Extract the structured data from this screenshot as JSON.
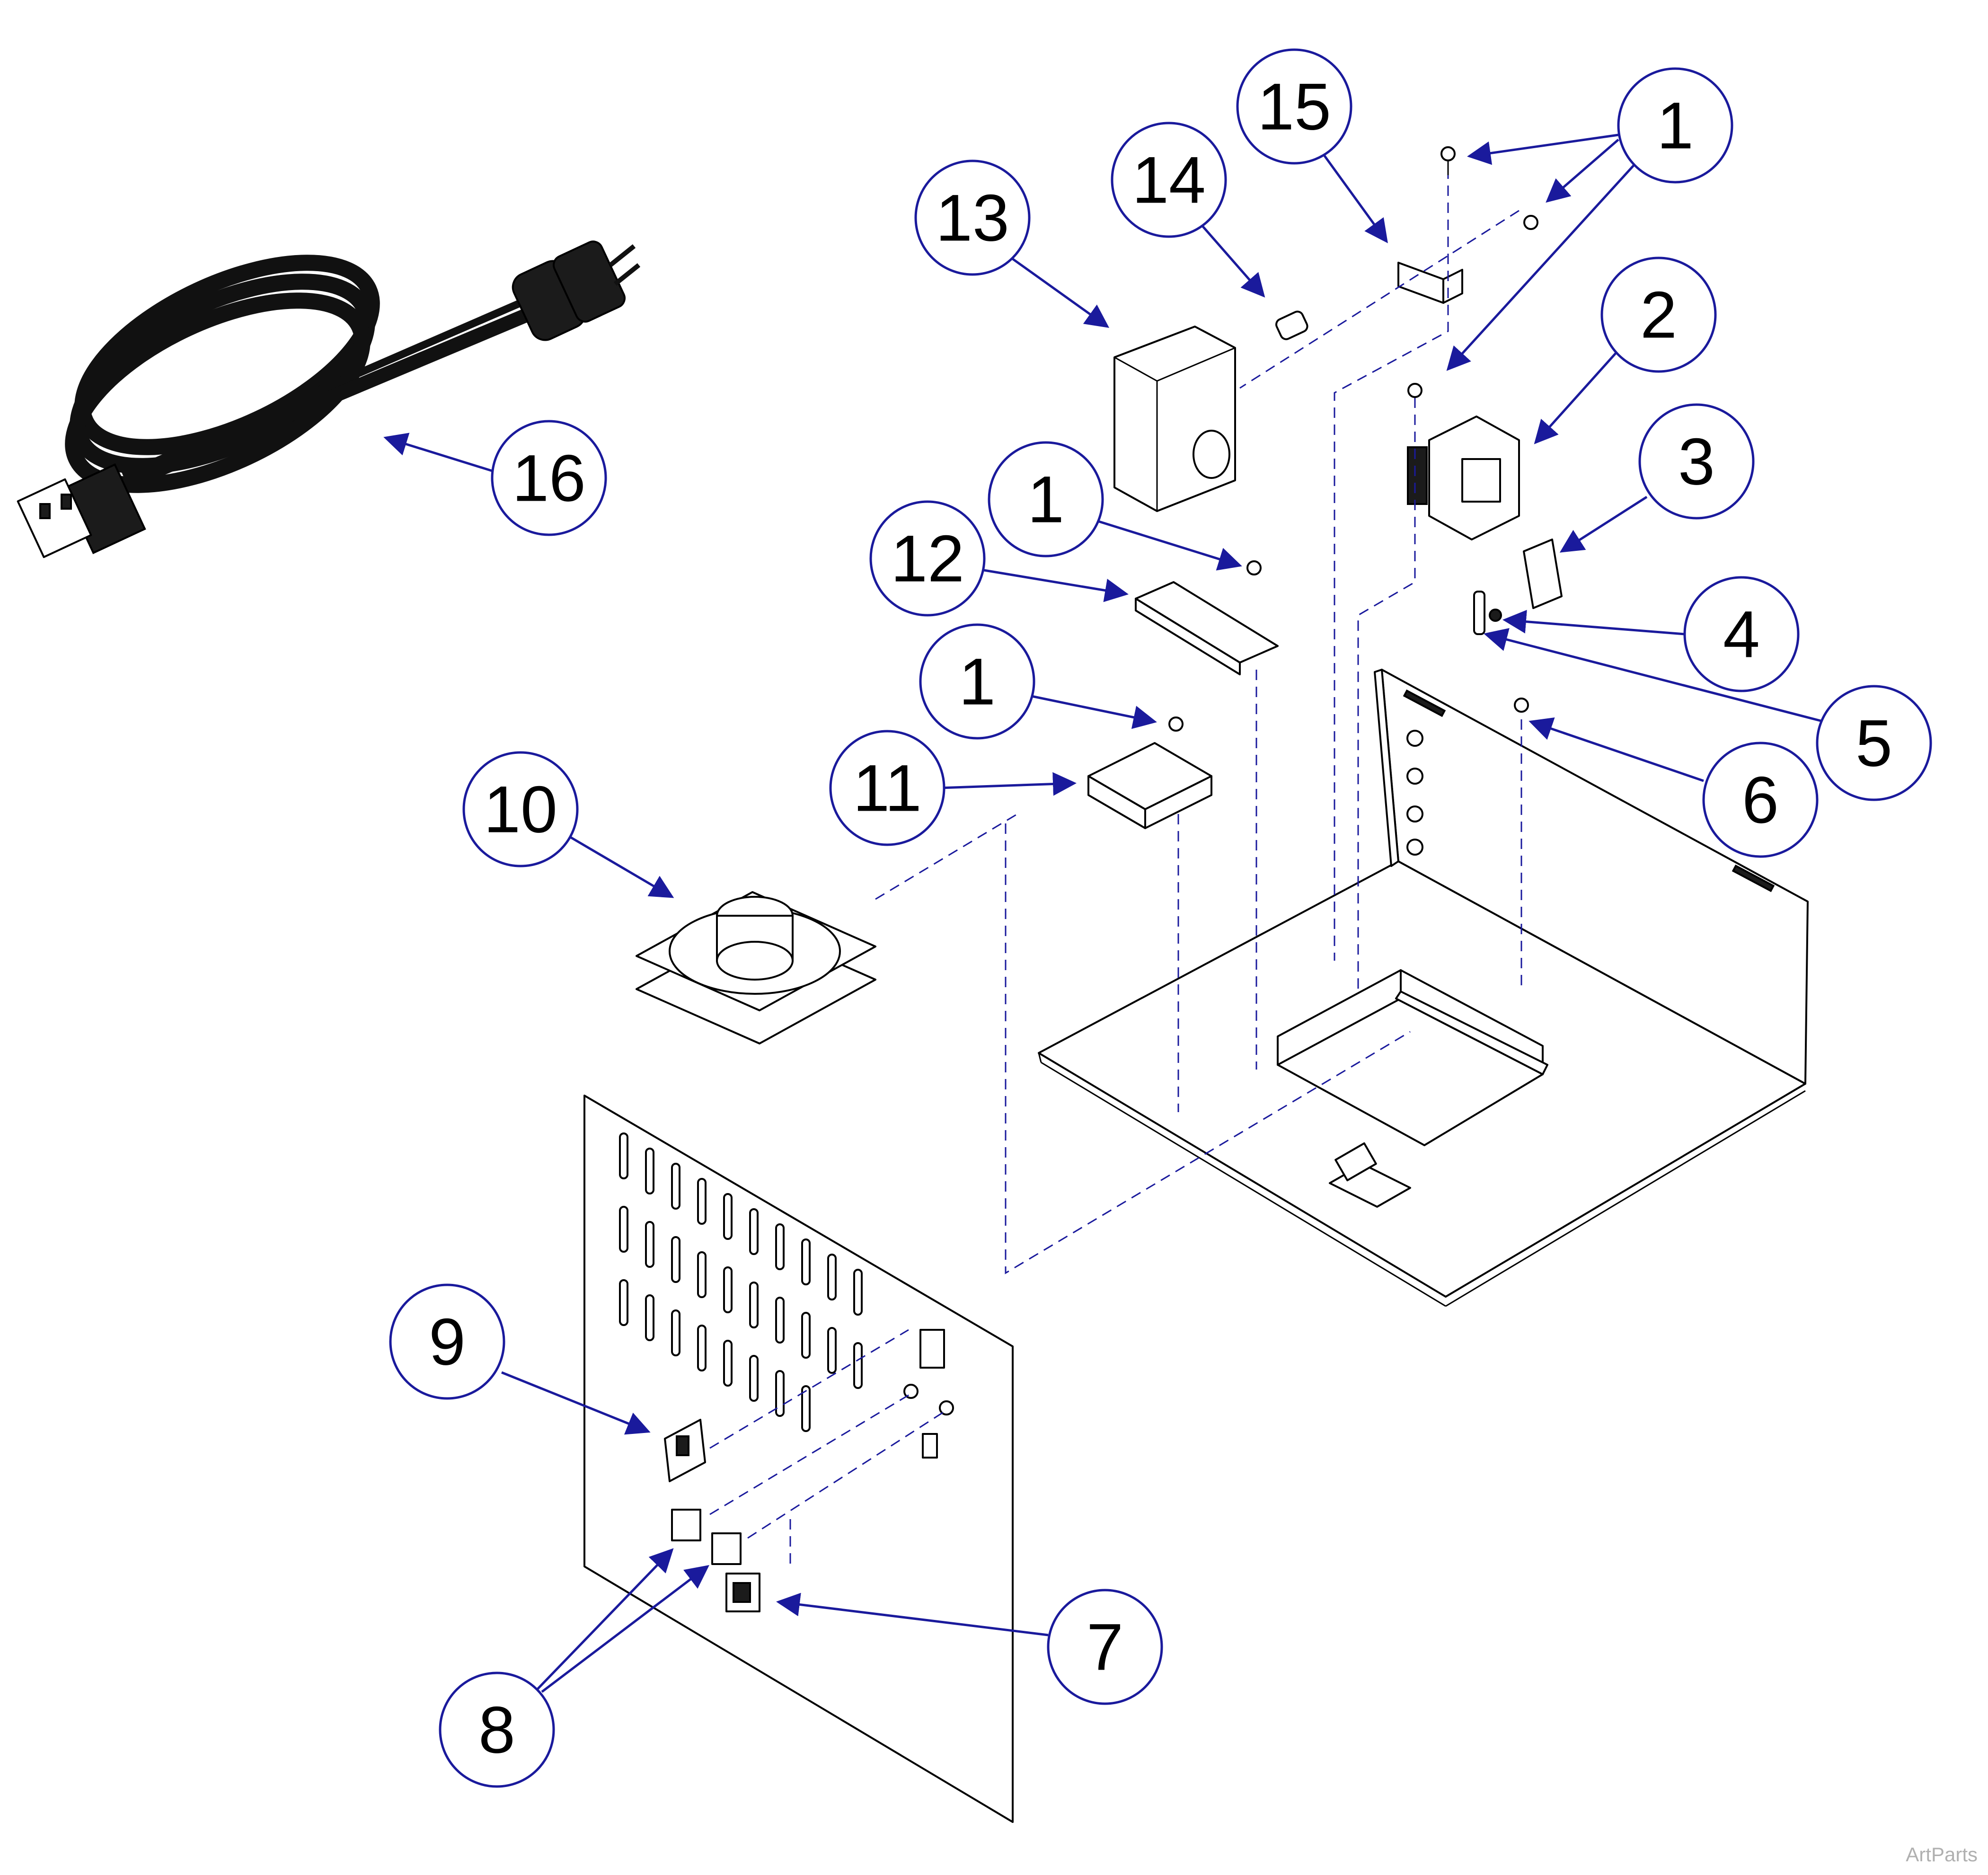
{
  "callouts": [
    {
      "id": "c1a",
      "label": "1"
    },
    {
      "id": "c2",
      "label": "2"
    },
    {
      "id": "c3",
      "label": "3"
    },
    {
      "id": "c4",
      "label": "4"
    },
    {
      "id": "c5",
      "label": "5"
    },
    {
      "id": "c6",
      "label": "6"
    },
    {
      "id": "c7",
      "label": "7"
    },
    {
      "id": "c8",
      "label": "8"
    },
    {
      "id": "c9",
      "label": "9"
    },
    {
      "id": "c10",
      "label": "10"
    },
    {
      "id": "c11",
      "label": "11"
    },
    {
      "id": "c12",
      "label": "12"
    },
    {
      "id": "c13",
      "label": "13"
    },
    {
      "id": "c14",
      "label": "14"
    },
    {
      "id": "c15",
      "label": "15"
    },
    {
      "id": "c16",
      "label": "16"
    },
    {
      "id": "c1b",
      "label": "1"
    },
    {
      "id": "c1c",
      "label": "1"
    }
  ],
  "watermark": "ArtParts",
  "colors": {
    "callout": "#1a1a9c",
    "line": "#000000"
  }
}
